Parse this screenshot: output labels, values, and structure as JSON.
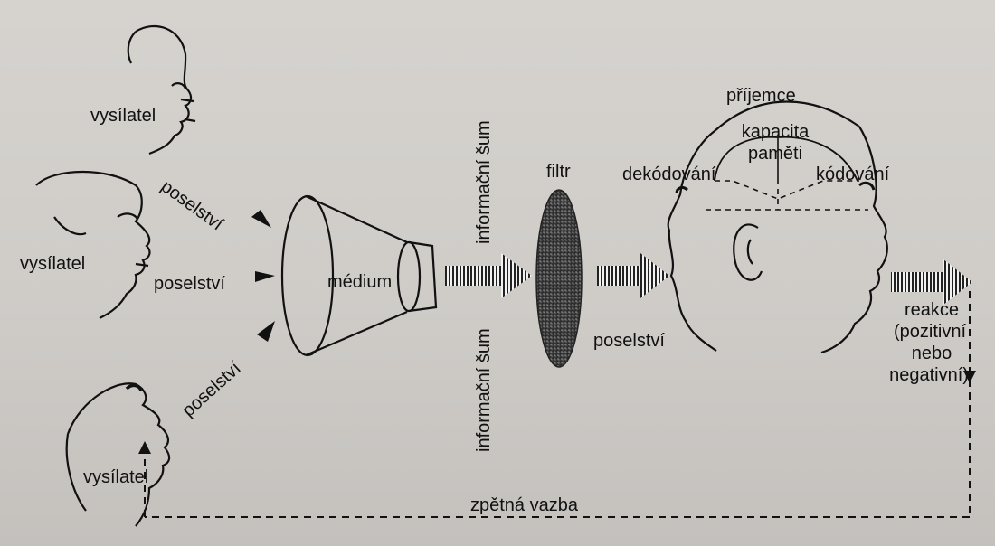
{
  "labels": {
    "sender_top": "vysílatel",
    "sender_middle": "vysílatel",
    "sender_bottom": "vysílatel",
    "message_top": "poselství",
    "message_middle": "poselství",
    "message_bottom": "poselství",
    "medium": "médium",
    "noise_upper": "informační šum",
    "noise_lower": "informační šum",
    "filter": "filtr",
    "message_right": "poselství",
    "receiver": "příjemce",
    "memory_capacity_line1": "kapacita",
    "memory_capacity_line2": "paměti",
    "decoding": "dekódování",
    "encoding": "kódování",
    "reaction_line1": "reakce",
    "reaction_line2": "(pozitivní",
    "reaction_line3": "nebo",
    "reaction_line4": "negativní)",
    "feedback": "zpětná vazba"
  }
}
